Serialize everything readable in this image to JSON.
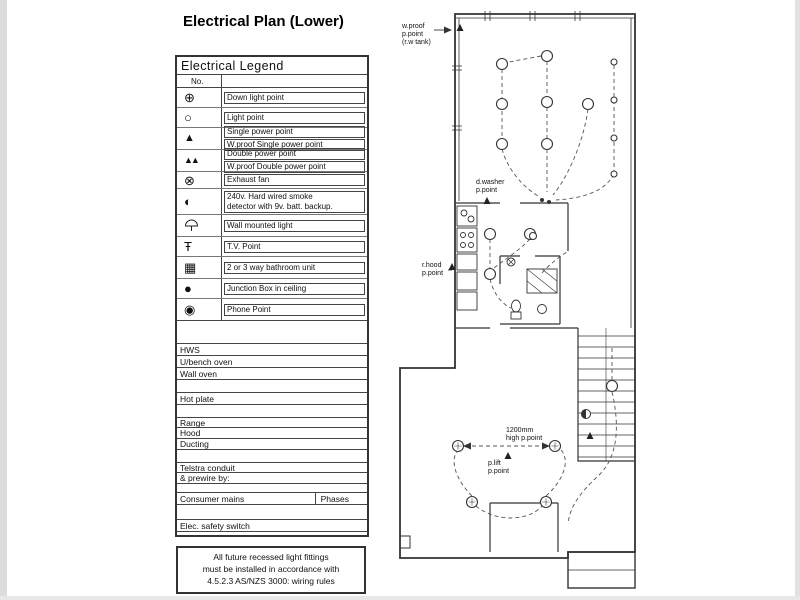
{
  "title": "Electrical Plan (Lower)",
  "colors": {
    "line": "#333333",
    "text": "#111111",
    "background": "#ffffff"
  },
  "legend": {
    "title": "Electrical Legend",
    "no_label": "No.",
    "rows": [
      {
        "icon": "down-light-icon",
        "glyph": "⊕",
        "lines": [
          "Down light point"
        ]
      },
      {
        "icon": "light-point-icon",
        "glyph": "○",
        "lines": [
          "Light point"
        ]
      },
      {
        "icon": "single-power-icon",
        "glyph": "▲",
        "lines": [
          "Single power point",
          "W.proof Single power point"
        ]
      },
      {
        "icon": "double-power-icon",
        "glyph": "▲▲",
        "lines": [
          "Double power point",
          "W.proof Double power point"
        ]
      },
      {
        "icon": "exhaust-fan-icon",
        "glyph": "⊗",
        "lines": [
          "Exhaust fan"
        ]
      },
      {
        "icon": "smoke-detector-icon",
        "glyph": "◐",
        "lines": [
          "240v. Hard wired smoke",
          "detector with 9v. batt. backup."
        ]
      },
      {
        "icon": "wall-mounted-light-icon",
        "glyph": "☂",
        "lines": [
          "Wall mounted light"
        ]
      },
      {
        "icon": "tv-point-icon",
        "glyph": "Ŧ",
        "lines": [
          "T.V. Point"
        ]
      },
      {
        "icon": "bathroom-unit-icon",
        "glyph": "▦",
        "lines": [
          "2 or 3 way bathroom unit"
        ]
      },
      {
        "icon": "junction-box-icon",
        "glyph": "●",
        "lines": [
          "Junction Box in ceiling"
        ]
      },
      {
        "icon": "phone-point-icon",
        "glyph": "◉",
        "lines": [
          "Phone Point"
        ]
      }
    ],
    "fill_rows": [
      {
        "label": "HWS"
      },
      {
        "label": "U/bench oven"
      },
      {
        "label": "Wall oven"
      },
      {
        "label": "Hot plate"
      },
      {
        "label": "Range"
      },
      {
        "label": "Hood"
      },
      {
        "label": "Ducting"
      },
      {
        "label": "Telstra conduit"
      },
      {
        "label": "& prewire by:"
      },
      {
        "label": "Consumer mains",
        "right": "Phases"
      },
      {
        "label": "Elec. safety switch"
      }
    ]
  },
  "note": {
    "lines": [
      "All future recessed light fittings",
      "must be installed in accordance with",
      "4.5.2.3 AS/NZS 3000: wiring rules"
    ]
  },
  "plan": {
    "annotations": [
      {
        "id": "wproof",
        "lines": [
          "w.proof",
          "p.point",
          "(r.w tank)"
        ]
      },
      {
        "id": "dwasher",
        "lines": [
          "d.washer",
          "p.point"
        ]
      },
      {
        "id": "rhood",
        "lines": [
          "r.hood",
          "p.point"
        ]
      },
      {
        "id": "highpoint",
        "lines": [
          "1200mm",
          "high p.point"
        ]
      },
      {
        "id": "plift",
        "lines": [
          "p.lift",
          "p.point"
        ]
      }
    ]
  }
}
